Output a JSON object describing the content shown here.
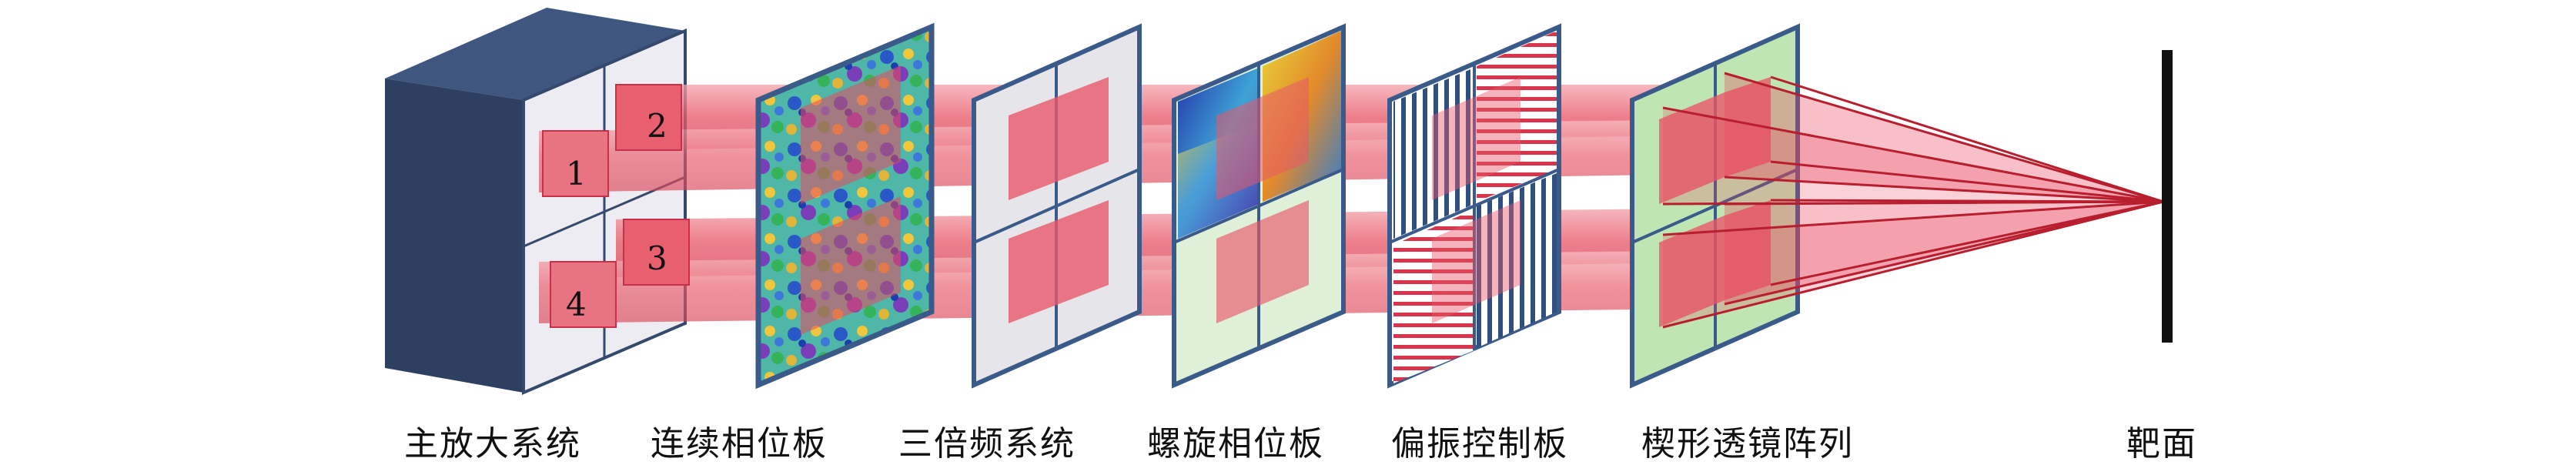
{
  "labels": {
    "amplifier": "主放大系统",
    "cpp": "连续相位板",
    "tripler": "三倍频系统",
    "spiral": "螺旋相位板",
    "polarization": "偏振控制板",
    "wedge_lens": "楔形透镜阵列",
    "target": "靶面"
  },
  "beam_numbers": {
    "b1": "1",
    "b2": "2",
    "b3": "3",
    "b4": "4"
  },
  "colors": {
    "beam": "#e85a6a",
    "beam_dark": "#c8304a",
    "frame": "#3a5a8a",
    "amp_box": "#34496b",
    "focus_lines": "#b81e2e",
    "target": "#111111",
    "wedge_panel": "#bfe6b2"
  }
}
